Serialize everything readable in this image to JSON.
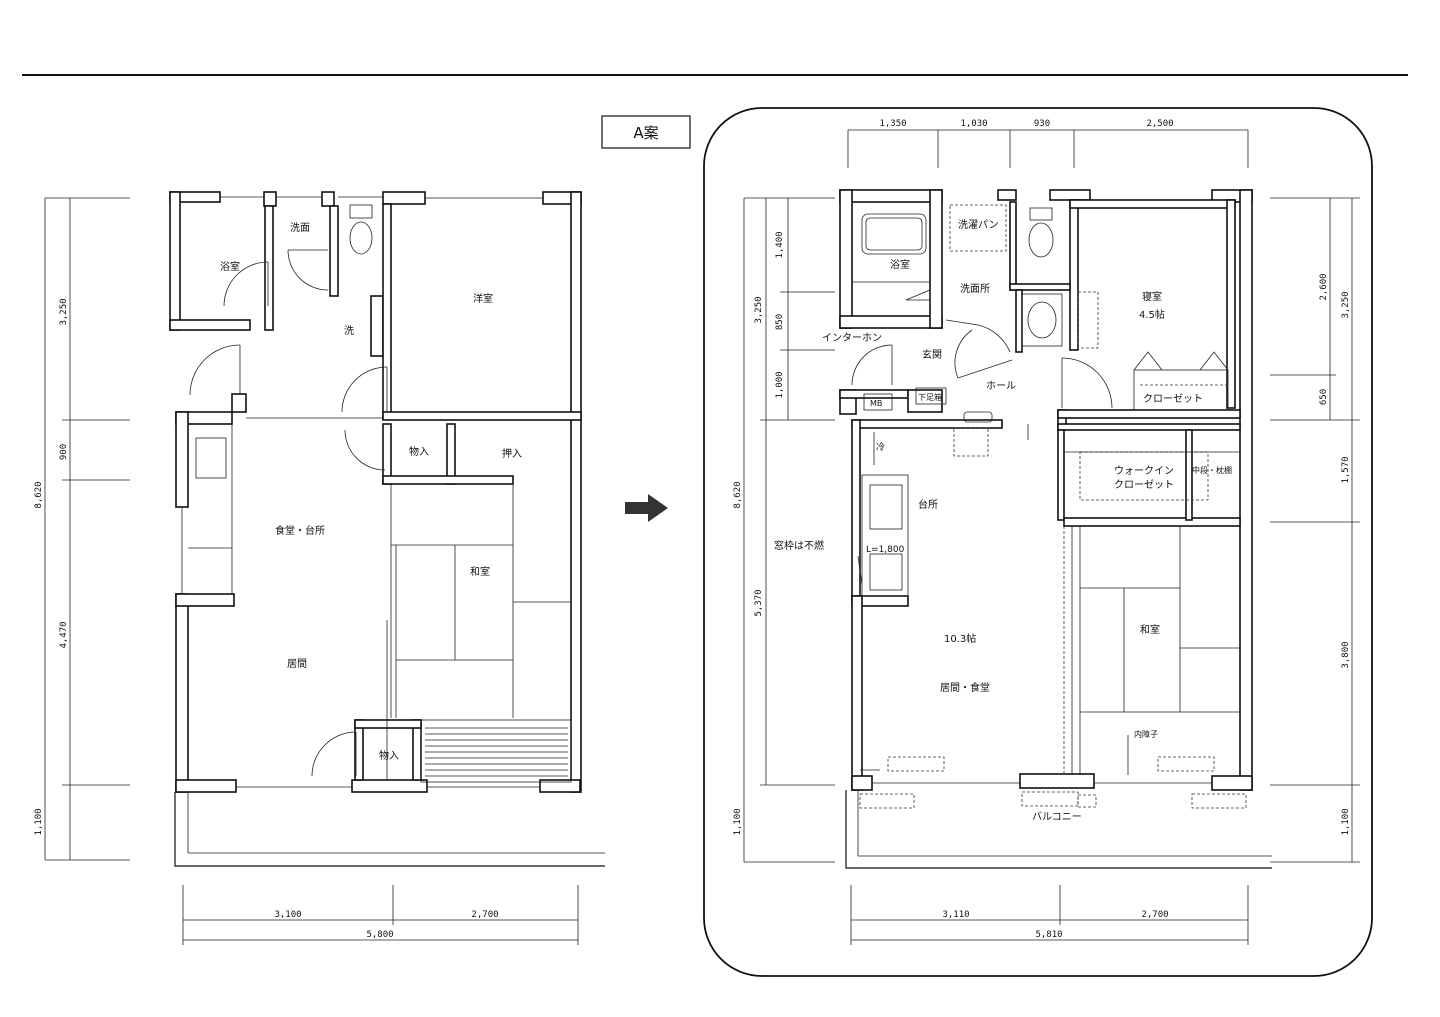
{
  "plan_label": "A案",
  "before": {
    "rooms": {
      "bath": "浴室",
      "wash": "洗面",
      "laundry": "洗",
      "western": "洋室",
      "storage1": "物入",
      "closet": "押入",
      "dining_kitchen": "食堂・台所",
      "japanese": "和室",
      "living": "居間",
      "storage2": "物入"
    },
    "dims_left": [
      "3,250",
      "900",
      "8,620",
      "4,470",
      "1,100"
    ],
    "dims_bottom": [
      "3,100",
      "2,700",
      "5,800"
    ]
  },
  "after": {
    "rooms": {
      "bath": "浴室",
      "laundry_pan": "洗濯パン",
      "washroom": "洗面所",
      "bedroom": "寝室",
      "bedroom_size": "4.5帖",
      "intercom": "インターホン",
      "entrance": "玄関",
      "hall": "ホール",
      "mb": "MB",
      "shoe_box": "下足箱",
      "closet": "クローゼット",
      "fridge": "冷",
      "kitchen": "台所",
      "walkin_1": "ウォークイン",
      "walkin_2": "クローゼット",
      "shelf": "中段・枕棚",
      "window_note": "窓枠は不燃",
      "counter_len": "L=1,800",
      "living_size": "10.3帖",
      "living_dining": "居間・食堂",
      "japanese": "和室",
      "inner_shoji": "内障子",
      "balcony": "バルコニー"
    },
    "dims_top": [
      "1,350",
      "1,030",
      "930",
      "2,500"
    ],
    "dims_left": [
      "1,400",
      "3,250",
      "850",
      "1,000",
      "8,620",
      "5,370",
      "1,100"
    ],
    "dims_right": [
      "2,600",
      "3,250",
      "650",
      "1,570",
      "3,800",
      "1,100"
    ],
    "dims_bottom": [
      "3,110",
      "2,700",
      "5,810"
    ]
  }
}
